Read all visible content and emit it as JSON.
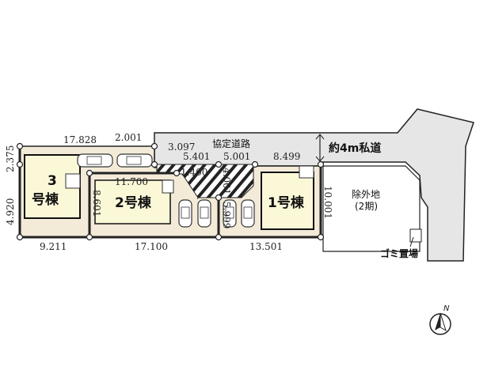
{
  "road": {
    "agreement_road": "協定道路",
    "private_road": "約4m私道"
  },
  "buildings": [
    {
      "label_line1": "3",
      "label_line2": "号棟"
    },
    {
      "label": "2号棟"
    },
    {
      "label": "1号棟"
    }
  ],
  "excluded_land": {
    "line1": "除外地",
    "line2": "(2期)"
  },
  "garbage": "ゴミ置場",
  "dimensions": {
    "top_left": "17.828",
    "d2001": "2.001",
    "d3097": "3.097",
    "d5401": "5.401",
    "d5001": "5.001",
    "d8499": "8.499",
    "d1400": "1.400",
    "d11700": "11.700",
    "d2375": "2.375",
    "d4920": "4.920",
    "d8601": "8.601",
    "d4001": "4.001",
    "d5999": "5.999",
    "d10001": "10.001",
    "b9211": "9.211",
    "b17100": "17.100",
    "b13501": "13.501"
  },
  "compass": "N",
  "colors": {
    "lot": "#f3ead8",
    "building": "#fbf8d8",
    "road": "#e6e6e6"
  }
}
